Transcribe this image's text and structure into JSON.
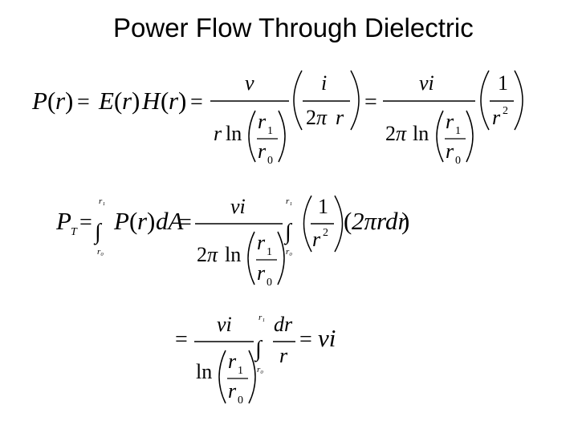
{
  "title": "Power Flow Through Dielectric",
  "symbols": {
    "P": "P",
    "E": "E",
    "H": "H",
    "r": "r",
    "v": "v",
    "i": "i",
    "vi": "vi",
    "lp": "(",
    "rp": ")",
    "eq": "=",
    "one": "1",
    "two": "2",
    "sup2": "2",
    "pi": "π",
    "two_pi": "2π",
    "ln": "ln",
    "r1": "r",
    "sub1": "1",
    "r0": "r",
    "sub0": "0",
    "T": "T",
    "dA": "dA",
    "dr": "dr",
    "int": "∫",
    "lim_hi": "r₁",
    "lim_lo": "r₀",
    "two_pi_r_dr": "2πrdr"
  }
}
